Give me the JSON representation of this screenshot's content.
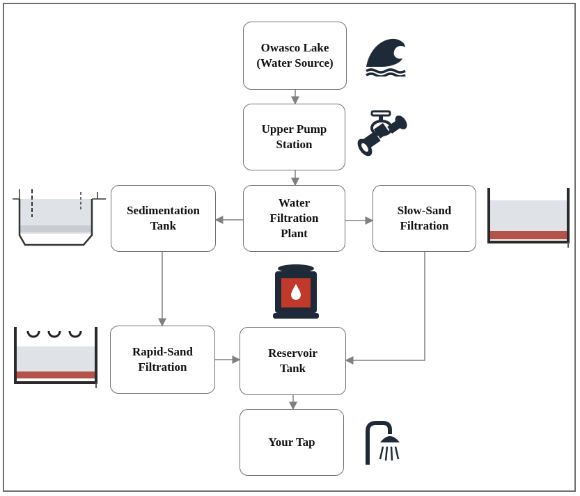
{
  "nodes": {
    "source": [
      "Owasco Lake",
      "(Water Source)"
    ],
    "pump": [
      "Upper Pump",
      "Station"
    ],
    "plant": [
      "Water",
      "Filtration",
      "Plant"
    ],
    "sedimentation": [
      "Sedimentation",
      "Tank"
    ],
    "slow_sand": [
      "Slow-Sand",
      "Filtration"
    ],
    "rapid_sand": [
      "Rapid-Sand",
      "Filtration"
    ],
    "reservoir": [
      "Reservoir",
      "Tank"
    ],
    "tap": [
      "Your Tap"
    ]
  },
  "icons": {
    "source": "wave-icon",
    "pump": "pipe-valve-icon",
    "sedimentation": "sedimentation-tank-icon",
    "slow_sand": "slow-sand-filter-icon",
    "plant": "water-storage-tank-icon",
    "rapid_sand": "rapid-sand-filter-icon",
    "tap": "shower-icon"
  },
  "colors": {
    "border": "#6f6f6f",
    "arrow": "#808080",
    "icon_dark": "#1f2a38",
    "water_light": "#dfe3e7",
    "tank_red": "#c0392b",
    "sand": "#b5534b"
  }
}
